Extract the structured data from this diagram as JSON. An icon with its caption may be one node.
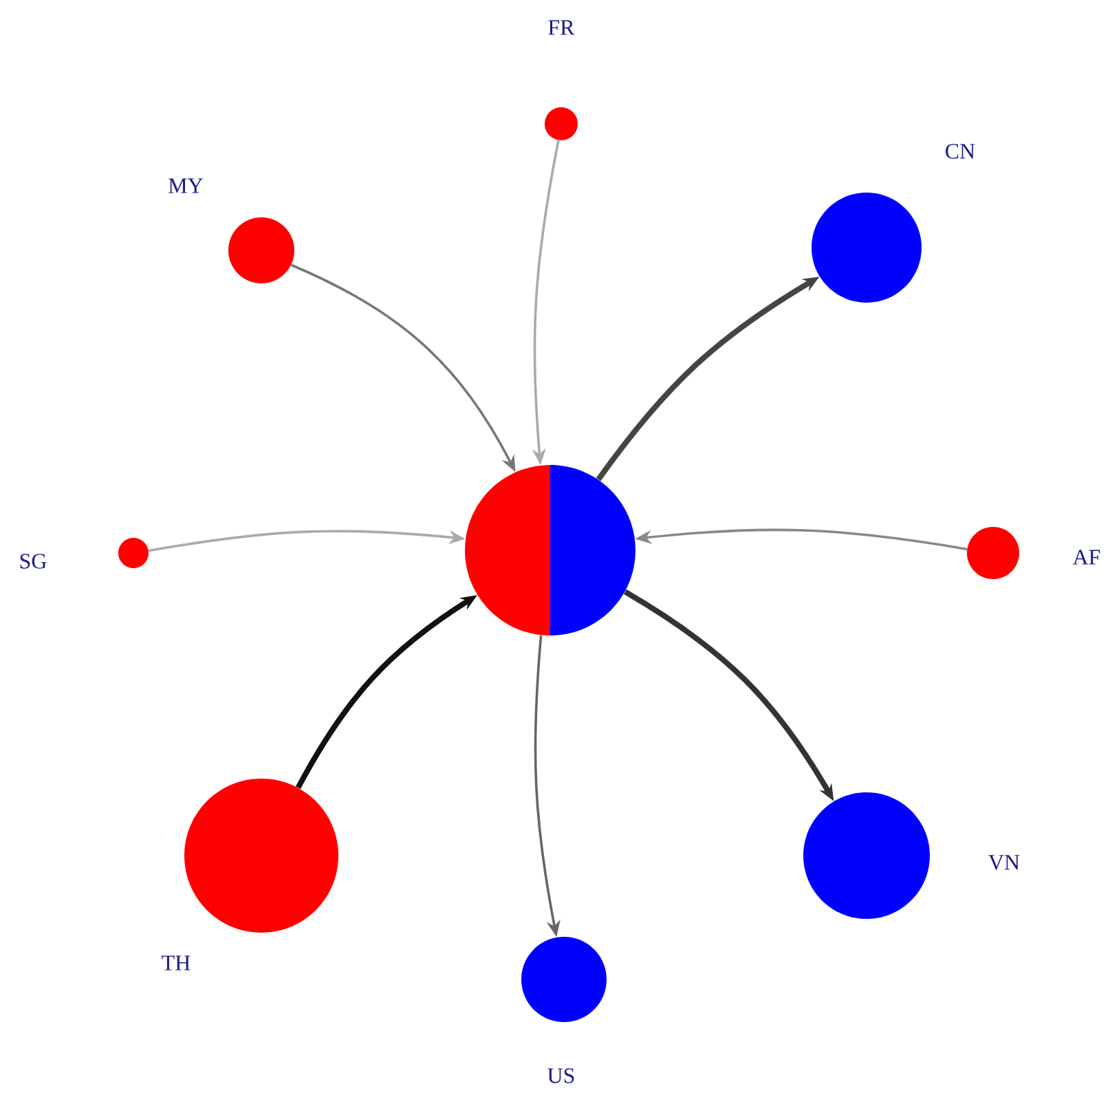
{
  "diagram": {
    "nodes": [
      {
        "text": [],
        "shape": "circle"
      },
      {
        "text": [],
        "shape": "circle",
        "beside": [
          "FR"
        ]
      },
      {
        "text": [],
        "shape": "circle",
        "beside": [
          "MY"
        ]
      },
      {
        "text": [],
        "shape": "circle",
        "beside": [
          "CN"
        ]
      },
      {
        "text": [],
        "shape": "circle",
        "beside": [
          "SG"
        ]
      },
      {
        "text": [],
        "shape": "circle",
        "beside": [
          "AF"
        ]
      },
      {
        "text": [],
        "shape": "circle",
        "beside": [
          "TH"
        ]
      },
      {
        "text": [],
        "shape": "circle",
        "beside": [
          "US"
        ]
      },
      {
        "text": [],
        "shape": "circle",
        "beside": [
          "VN"
        ]
      }
    ],
    "edges": [
      {
        "from": 1,
        "to": 0,
        "arrow": "to",
        "color": "#aaaaaa"
      },
      {
        "from": 2,
        "to": 0,
        "arrow": "to",
        "color": "#777777"
      },
      {
        "from": 0,
        "to": 3,
        "arrow": "to",
        "style": "thick",
        "color": "#444444"
      },
      {
        "from": 4,
        "to": 0,
        "arrow": "to",
        "color": "#aaaaaa"
      },
      {
        "from": 5,
        "to": 0,
        "arrow": "to",
        "color": "#888888"
      },
      {
        "from": 6,
        "to": 0,
        "arrow": "to",
        "style": "thick",
        "color": "#111111"
      },
      {
        "from": 0,
        "to": 7,
        "arrow": "to",
        "color": "#666666"
      },
      {
        "from": 0,
        "to": 8,
        "arrow": "to",
        "style": "thick",
        "color": "#333333"
      }
    ]
  }
}
